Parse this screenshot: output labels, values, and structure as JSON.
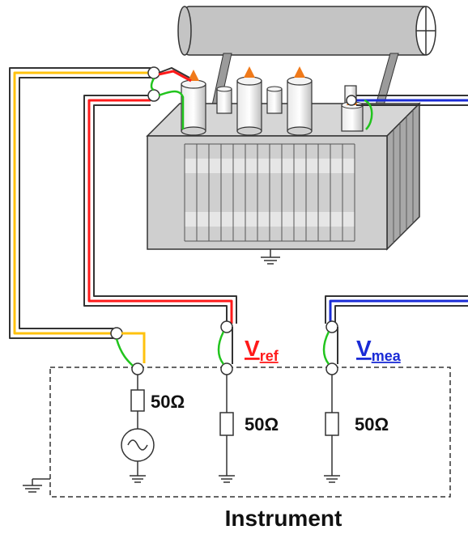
{
  "labels": {
    "vref_main": "V",
    "vref_sub": "ref",
    "vmea_main": "V",
    "vmea_sub": "mea",
    "resistor_source": "50Ω",
    "resistor_ref": "50Ω",
    "resistor_mea": "50Ω",
    "instrument": "Instrument"
  },
  "colors": {
    "vref": "#ff1a1a",
    "vmea": "#1a2bd6",
    "yellow_lead": "#ffc20e",
    "green_lead": "#22c41e",
    "bushing_tip": "#f07a1a",
    "tank": "#cfcfcf",
    "fins": "#8a8a8a"
  }
}
